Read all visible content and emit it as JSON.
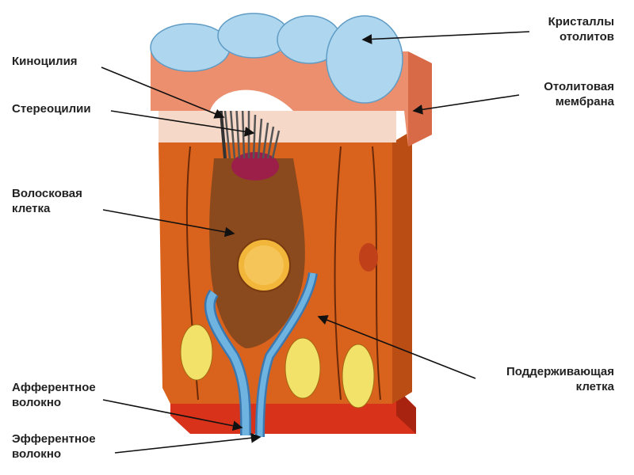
{
  "title": "Строение волосковой клетки отолитового органа",
  "labels": {
    "otolith_crystals": [
      "Кристаллы",
      "отолитов"
    ],
    "kinocilium": "Киноцилия",
    "stereocilia": "Стереоцилии",
    "otolith_membrane": [
      "Отолитовая",
      "мембрана"
    ],
    "hair_cell": [
      "Волосковая",
      "клетка"
    ],
    "supporting_cell": [
      "Поддерживающая",
      "клетка"
    ],
    "afferent_fiber": [
      "Афферентное",
      "волокно"
    ],
    "efferent_fiber": [
      "Эфферентное",
      "волокно"
    ]
  },
  "colors": {
    "crystals": "#aed6ee",
    "membrane": "#eb8f6e",
    "tissue": "#d9621c",
    "hair_cell": "#8a4a1e",
    "nucleus": "#f2b63a",
    "fiber": "#5aa0d0",
    "base": "#d8321a"
  }
}
